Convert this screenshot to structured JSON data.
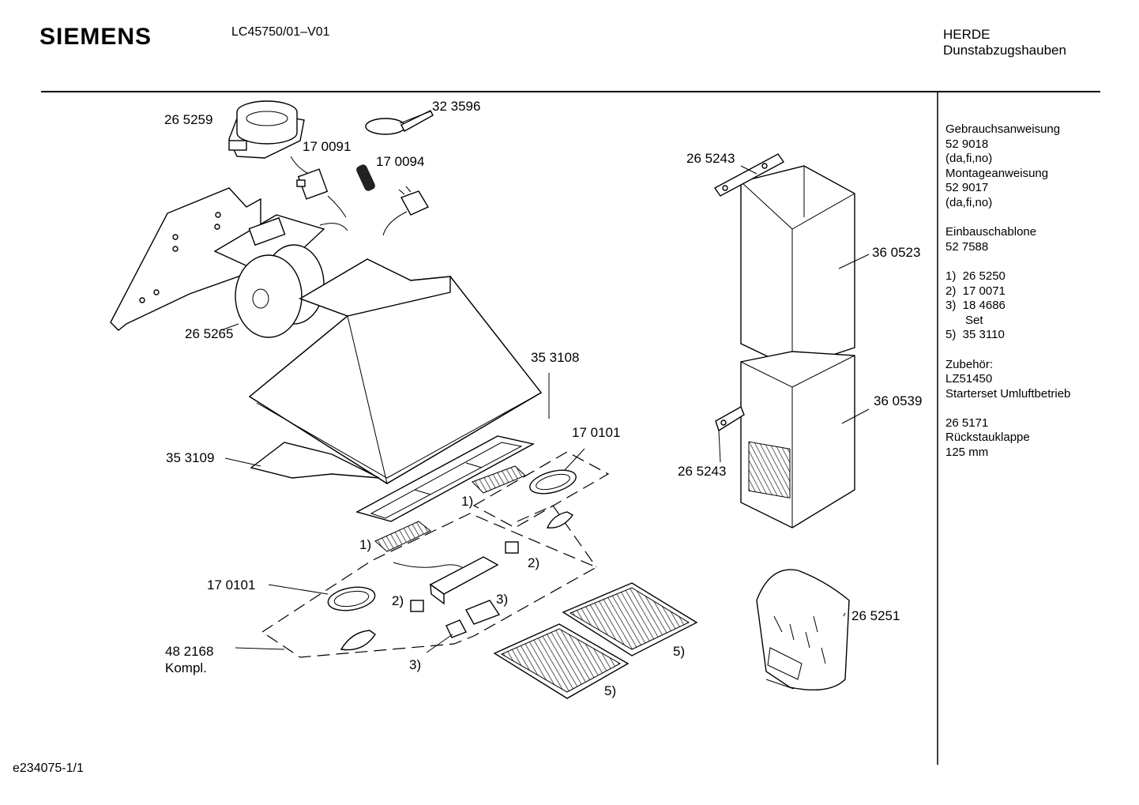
{
  "header": {
    "brand": "SIEMENS",
    "model": "LC45750/01–V01",
    "manufacturer": "HERDE",
    "category": "Dunstabzugshauben"
  },
  "footer": {
    "doc_id": "e234075-1/1"
  },
  "sidebar": {
    "lines": [
      "Gebrauchsanweisung",
      "52 9018",
      "(da,fi,no)",
      "Montageanweisung",
      "52 9017",
      "(da,fi,no)",
      "",
      "Einbauschablone",
      "52 7588",
      "",
      "1)  26 5250",
      "2)  17 0071",
      "3)  18 4686",
      "      Set",
      "5)  35 3110",
      "",
      "Zubehör:",
      "LZ51450",
      "Starterset Umluftbetrieb",
      "",
      "26 5171",
      "Rückstauklappe",
      "125 mm"
    ]
  },
  "parts": {
    "p265259": "26 5259",
    "p323596": "32 3596",
    "p170091": "17 0091",
    "p170094": "17 0094",
    "p265265": "26 5265",
    "p353108": "35 3108",
    "p353109": "35 3109",
    "p170101_a": "17 0101",
    "p170101_b": "17 0101",
    "p482168": "48 2168",
    "p482168_note": "Kompl.",
    "p265243_a": "26 5243",
    "p265243_b": "26 5243",
    "p360523": "36 0523",
    "p360539": "36 0539",
    "p265251": "26 5251",
    "ref1_a": "1)",
    "ref1_b": "1)",
    "ref2_a": "2)",
    "ref2_b": "2)",
    "ref3_a": "3)",
    "ref3_b": "3)",
    "ref5_a": "5)",
    "ref5_b": "5)"
  }
}
